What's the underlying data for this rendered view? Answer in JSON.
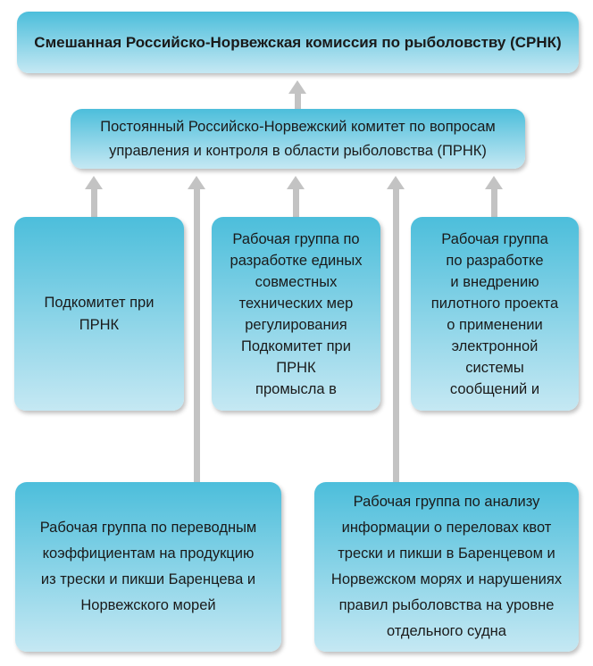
{
  "colors": {
    "box_gradient_top": "#4cbedb",
    "box_gradient_bottom": "#c5e8f3",
    "arrow": "#c3c3c3",
    "text": "#1a1a1a",
    "background": "#ffffff"
  },
  "org_chart": {
    "root": {
      "label": "Смешанная Российско-Норвежская комиссия по рыболовству (СРНК)"
    },
    "committee": {
      "lines": [
        "Постоянный Российско-Норвежский комитет по вопросам",
        "управления и контроля в области рыболовства (ПРНК)"
      ]
    },
    "subcommittee": {
      "lines": [
        "Подкомитет при",
        "ПРНК"
      ]
    },
    "wg_technical_measures": {
      "lines": [
        "Рабочая группа по",
        "разработке единых",
        "совместных",
        "технических мер",
        "регулирования",
        "Подкомитет при",
        "ПРНК",
        "промысла в"
      ]
    },
    "wg_electronic_reporting": {
      "lines": [
        "Рабочая группа",
        "по разработке",
        "и внедрению",
        "пилотного проекта",
        "о применении",
        "электронной",
        "системы",
        "сообщений и"
      ]
    },
    "wg_conversion_factors": {
      "lines": [
        "Рабочая группа по переводным",
        "коэффициентам на продукцию",
        "из трески и пикши Баренцева и",
        "Норвежского морей"
      ]
    },
    "wg_overfishing_analysis": {
      "lines": [
        "Рабочая группа по анализу",
        "информации о переловах квот",
        "трески и пикши в Баренцевом и",
        "Норвежском морях и нарушениях",
        "правил рыболовства на уровне",
        "отдельного судна"
      ]
    }
  }
}
